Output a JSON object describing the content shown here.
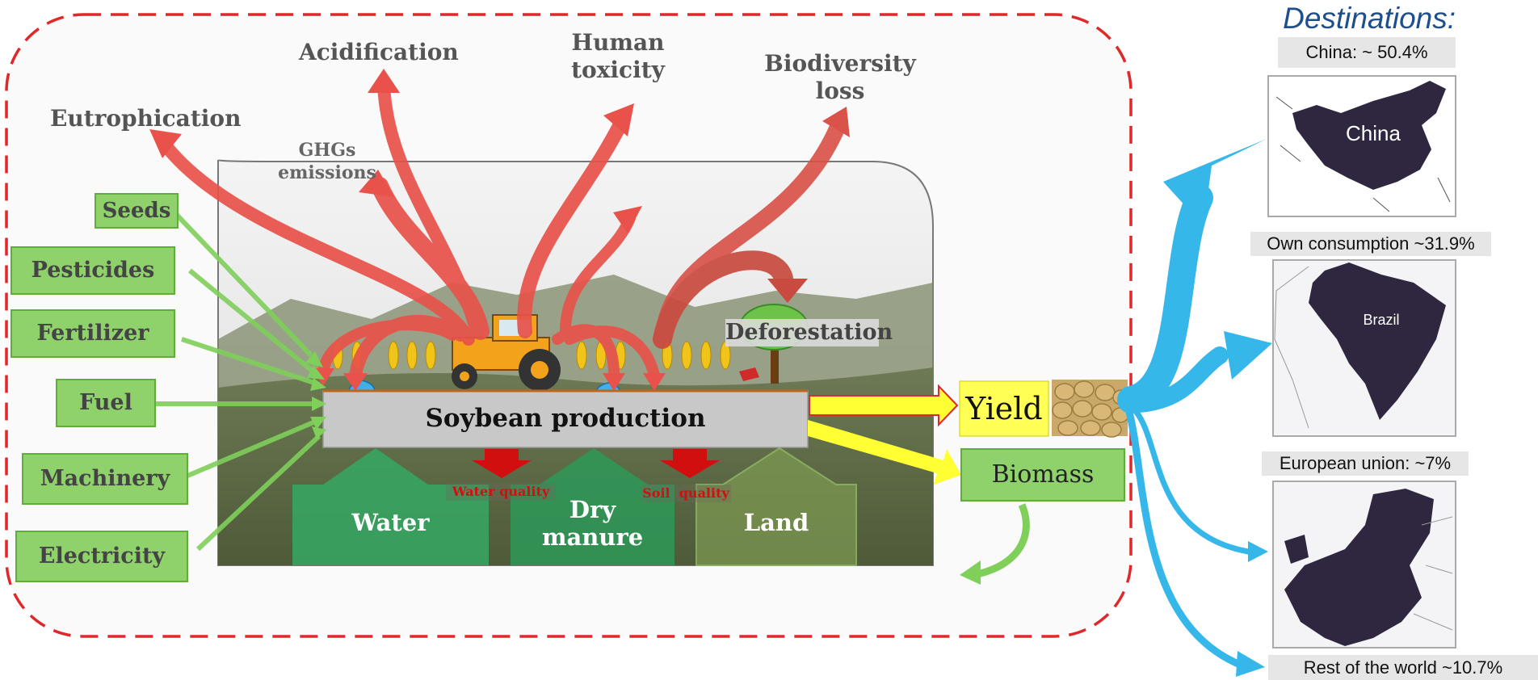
{
  "title": "Destinations:",
  "impacts": {
    "eutrophication": "Eutrophication",
    "acidification": "Acidification",
    "human_toxicity_1": "Human",
    "human_toxicity_2": "toxicity",
    "biodiversity_1": "Biodiversity",
    "biodiversity_2": "loss",
    "ghg_1": "GHGs",
    "ghg_2": "emissions"
  },
  "inputs": [
    "Seeds",
    "Pesticides",
    "Fertilizer",
    "Fuel",
    "Machinery",
    "Electricity"
  ],
  "process": {
    "label": "Soybean production",
    "deforestation": "Deforestation",
    "water_quality": "Water quality",
    "soil_quality": "Soil  quality"
  },
  "resources": {
    "water": "Water",
    "manure_1": "Dry",
    "manure_2": "manure",
    "land": "Land"
  },
  "outputs": {
    "yield": "Yield",
    "biomass": "Biomass"
  },
  "destinations": [
    {
      "label": "China: ~ 50.4%",
      "map_label": "China",
      "share": 50.4
    },
    {
      "label": "Own consumption ~31.9%",
      "map_label": "Brazil",
      "share": 31.9
    },
    {
      "label": "European union: ~7%",
      "map_label": "",
      "share": 7
    },
    {
      "label": "Rest of the world ~10.7%",
      "map_label": "",
      "share": 10.7
    }
  ],
  "colors": {
    "impact_arrow": "#e8524a",
    "input_box": "#8fd16b",
    "resource": "#3aa868",
    "flow": "#36b7ea",
    "yield": "#ffff33",
    "boundary": "#e0282a",
    "map_fill": "#2f2640"
  }
}
